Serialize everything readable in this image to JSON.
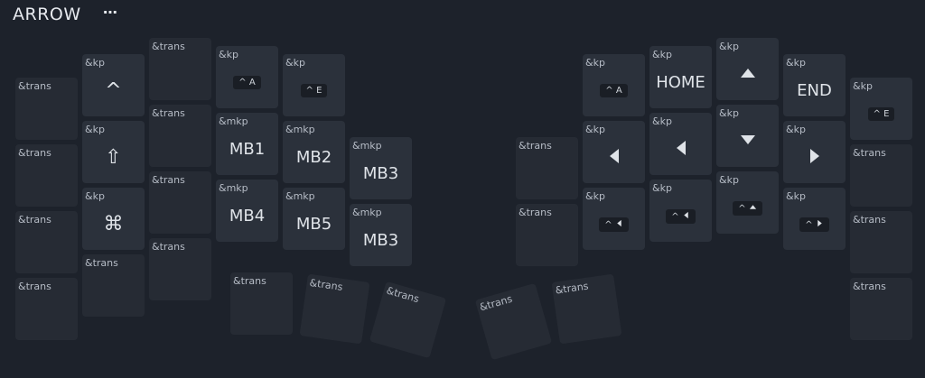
{
  "header": {
    "title": "ARROW",
    "menu_icon": "more-horizontal-icon",
    "menu_glyph": "⋯"
  },
  "keys": [
    {
      "name": "key-l-pinky-row1",
      "binding": "&trans",
      "param": ""
    },
    {
      "name": "key-l-pinky-row2",
      "binding": "&trans",
      "param": ""
    },
    {
      "name": "key-l-pinky-row3",
      "binding": "&trans",
      "param": ""
    },
    {
      "name": "key-l-pinky-row4",
      "binding": "&trans",
      "param": ""
    },
    {
      "name": "key-l-ring-row1",
      "binding": "&kp",
      "param": "^",
      "style": "sym"
    },
    {
      "name": "key-l-ring-row2",
      "binding": "&kp",
      "param": "⇧",
      "style": "sym",
      "icon": "shift-icon"
    },
    {
      "name": "key-l-ring-row3",
      "binding": "&kp",
      "param": "⌘",
      "style": "sym",
      "icon": "command-icon"
    },
    {
      "name": "key-l-ring-row4",
      "binding": "&trans",
      "param": ""
    },
    {
      "name": "key-l-middle-row1",
      "binding": "&trans",
      "param": ""
    },
    {
      "name": "key-l-middle-row2",
      "binding": "&trans",
      "param": ""
    },
    {
      "name": "key-l-middle-row3",
      "binding": "&trans",
      "param": ""
    },
    {
      "name": "key-l-middle-row4",
      "binding": "&trans",
      "param": ""
    },
    {
      "name": "key-l-index-row1",
      "binding": "&kp",
      "param": "^ A",
      "style": "chip"
    },
    {
      "name": "key-l-index-row2",
      "binding": "&mkp",
      "param": "MB1",
      "style": "big"
    },
    {
      "name": "key-l-index-row3",
      "binding": "&mkp",
      "param": "MB4",
      "style": "big"
    },
    {
      "name": "key-l-inner-row1",
      "binding": "&kp",
      "param": "^ E",
      "style": "chip"
    },
    {
      "name": "key-l-inner-row2",
      "binding": "&mkp",
      "param": "MB2",
      "style": "big"
    },
    {
      "name": "key-l-inner-row3",
      "binding": "&mkp",
      "param": "MB5",
      "style": "big"
    },
    {
      "name": "key-l-extra-row2",
      "binding": "&mkp",
      "param": "MB3",
      "style": "big"
    },
    {
      "name": "key-l-extra-row3",
      "binding": "&mkp",
      "param": "MB3",
      "style": "big"
    },
    {
      "name": "key-l-thumb-1",
      "binding": "&trans",
      "param": ""
    },
    {
      "name": "key-l-thumb-2",
      "binding": "&trans",
      "param": ""
    },
    {
      "name": "key-l-thumb-3",
      "binding": "&trans",
      "param": ""
    },
    {
      "name": "key-r-thumb-1",
      "binding": "&trans",
      "param": ""
    },
    {
      "name": "key-r-thumb-2",
      "binding": "&trans",
      "param": ""
    },
    {
      "name": "key-r-extra-row2",
      "binding": "&trans",
      "param": ""
    },
    {
      "name": "key-r-extra-row3",
      "binding": "&trans",
      "param": ""
    },
    {
      "name": "key-r-inner-row1",
      "binding": "&kp",
      "param": "^ A",
      "style": "chip"
    },
    {
      "name": "key-r-inner-row2",
      "binding": "&kp",
      "param": "",
      "icon": "left-icon"
    },
    {
      "name": "key-r-inner-row3",
      "binding": "&kp",
      "param": "^",
      "style": "chip",
      "icon": "left-icon"
    },
    {
      "name": "key-r-index-row1",
      "binding": "&kp",
      "param": "HOME",
      "style": "big"
    },
    {
      "name": "key-r-index-row2",
      "binding": "&kp",
      "param": "",
      "icon": "left-icon"
    },
    {
      "name": "key-r-index-row3",
      "binding": "&kp",
      "param": "^",
      "style": "chip",
      "icon": "left-icon"
    },
    {
      "name": "key-r-middle-row1",
      "binding": "&kp",
      "param": "",
      "icon": "up-icon"
    },
    {
      "name": "key-r-middle-row2",
      "binding": "&kp",
      "param": "",
      "icon": "down-icon"
    },
    {
      "name": "key-r-middle-row3",
      "binding": "&kp",
      "param": "^",
      "style": "chip",
      "icon": "up-icon"
    },
    {
      "name": "key-r-ring-row1",
      "binding": "&kp",
      "param": "END",
      "style": "big"
    },
    {
      "name": "key-r-ring-row2",
      "binding": "&kp",
      "param": "",
      "icon": "right-icon"
    },
    {
      "name": "key-r-ring-row3",
      "binding": "&kp",
      "param": "^",
      "style": "chip",
      "icon": "right-icon"
    },
    {
      "name": "key-r-pinky-row1",
      "binding": "&kp",
      "param": "^ E",
      "style": "chip"
    },
    {
      "name": "key-r-pinky-row2",
      "binding": "&trans",
      "param": ""
    },
    {
      "name": "key-r-pinky-row3",
      "binding": "&trans",
      "param": ""
    },
    {
      "name": "key-r-pinky-row4",
      "binding": "&trans",
      "param": ""
    }
  ]
}
